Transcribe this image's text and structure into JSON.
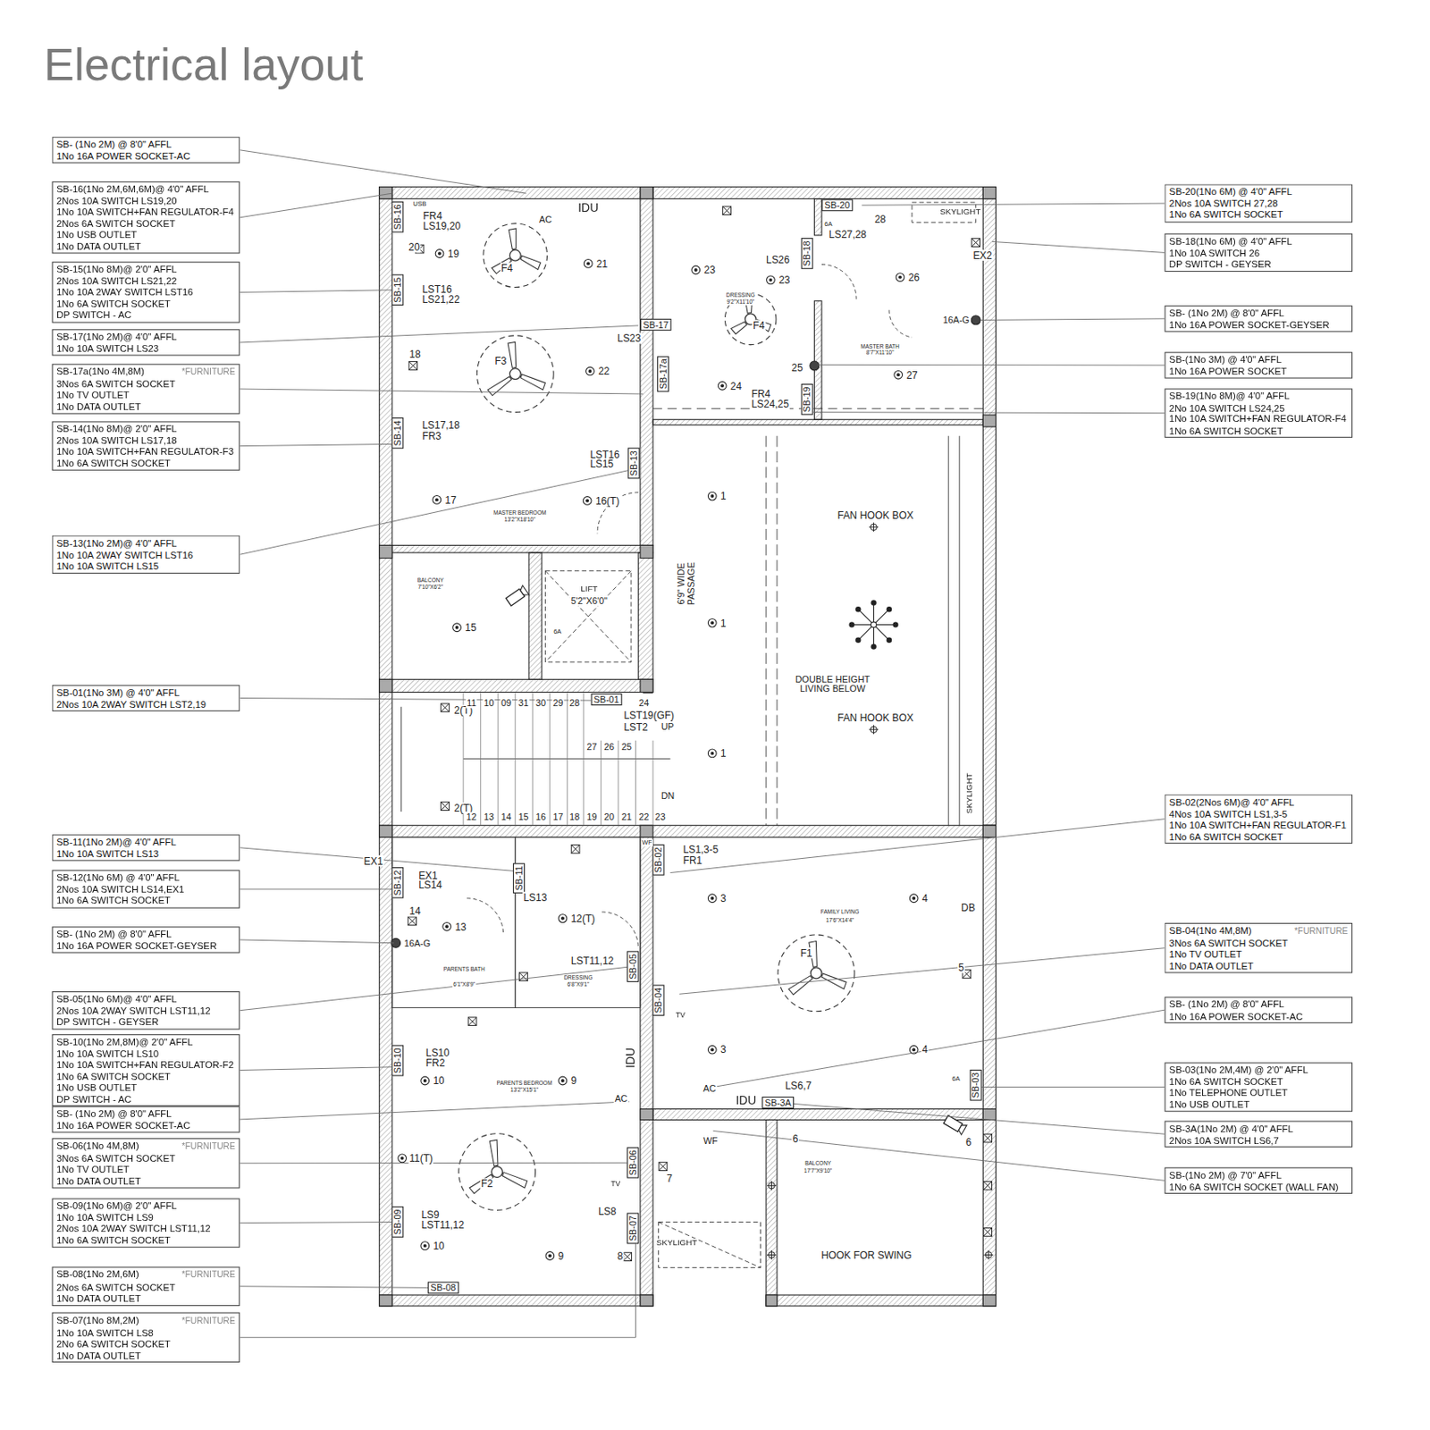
{
  "diagram": {
    "title": "Electrical layout",
    "nodes": [
      {
        "text": [
          "SB- (1No 2M) @ 8'0\" AFFL",
          "1No 16A POWER SOCKET-AC"
        ]
      },
      {
        "text": [
          "SB-16(1No 2M,6M,6M)@ 4'0\" AFFL",
          "2Nos 10A SWITCH LS19,20",
          "1No 10A SWITCH+FAN REGULATOR-F4",
          "2Nos 6A SWITCH SOCKET",
          "1No USB OUTLET",
          "1No DATA OUTLET"
        ]
      },
      {
        "text": [
          "SB-15(1No 8M)@ 2'0\" AFFL",
          "2Nos 10A SWITCH LS21,22",
          "1No 10A 2WAY SWITCH LST16",
          "1No 6A SWITCH SOCKET",
          "DP SWITCH - AC"
        ]
      },
      {
        "text": [
          "SB-17(1No 2M)@ 4'0\" AFFL",
          "1No 10A SWITCH LS23"
        ]
      },
      {
        "text": [
          "SB-17a(1No 4M,8M)",
          "*FURNITURE",
          "3Nos 6A SWITCH SOCKET",
          "1No TV OUTLET",
          "1No DATA OUTLET"
        ]
      },
      {
        "text": [
          "SB-14(1No 8M)@ 2'0\" AFFL",
          "2Nos 10A SWITCH LS17,18",
          "1No 10A SWITCH+FAN REGULATOR-F3",
          "1No 6A SWITCH SOCKET"
        ]
      },
      {
        "text": [
          "SB-13(1No 2M)@ 4'0\" AFFL",
          "1No 10A 2WAY SWITCH LST16",
          "1No 10A SWITCH LS15"
        ]
      },
      {
        "text": [
          "SB-01(1No 3M) @ 4'0\" AFFL",
          "2Nos 10A 2WAY SWITCH LST2,19"
        ]
      },
      {
        "text": [
          "SB-11(1No 2M)@ 4'0\" AFFL",
          "1No 10A SWITCH LS13"
        ]
      },
      {
        "text": [
          "SB-12(1No 6M) @ 4'0\" AFFL",
          "2Nos 10A SWITCH LS14,EX1",
          "1No 6A SWITCH SOCKET"
        ]
      },
      {
        "text": [
          "SB- (1No 2M) @ 8'0\" AFFL",
          "1No 16A POWER SOCKET-GEYSER"
        ]
      },
      {
        "text": [
          "SB-05(1No 6M)@ 4'0\" AFFL",
          "2Nos 10A 2WAY SWITCH LST11,12",
          "DP SWITCH - GEYSER"
        ]
      },
      {
        "text": [
          "SB-10(1No 2M,8M)@ 2'0\" AFFL",
          "1No 10A SWITCH LS10",
          "1No 10A SWITCH+FAN REGULATOR-F2",
          "1No 6A SWITCH SOCKET",
          "1No USB OUTLET",
          "DP SWITCH - AC"
        ]
      },
      {
        "text": [
          "SB- (1No 2M) @ 8'0\" AFFL",
          "1No 16A POWER SOCKET-AC"
        ]
      },
      {
        "text": [
          "SB-06(1No 4M,8M)",
          "*FURNITURE",
          "3Nos 6A SWITCH SOCKET",
          "1No TV OUTLET",
          "1No DATA OUTLET"
        ]
      },
      {
        "text": [
          "SB-09(1No 6M)@ 2'0\" AFFL",
          "1No 10A SWITCH LS9",
          "2Nos 10A 2WAY SWITCH LST11,12",
          "1No 6A SWITCH SOCKET"
        ]
      },
      {
        "text": [
          "SB-08(1No 2M,6M)",
          "*FURNITURE",
          "2Nos 6A SWITCH SOCKET",
          "1No DATA OUTLET"
        ]
      },
      {
        "text": [
          "SB-07(1No 8M,2M)",
          "*FURNITURE",
          "1No 10A SWITCH LS8",
          "2No 6A SWITCH SOCKET",
          "1No DATA OUTLET"
        ]
      },
      {
        "text": [
          "SB-20(1No 6M) @ 4'0\" AFFL",
          "2Nos 10A SWITCH 27,28",
          "1No 6A SWITCH SOCKET"
        ]
      },
      {
        "text": [
          "SB-18(1No 6M) @ 4'0\" AFFL",
          "1No 10A SWITCH 26",
          "DP SWITCH - GEYSER"
        ]
      },
      {
        "text": [
          "SB- (1No 2M) @ 8'0\" AFFL",
          "1No 16A POWER SOCKET-GEYSER"
        ]
      },
      {
        "text": [
          "SB-(1No 3M) @ 4'0\" AFFL",
          "1No 16A POWER SOCKET"
        ]
      },
      {
        "text": [
          "SB-19(1No 8M)@ 4'0\" AFFL",
          "2No 10A SWITCH LS24,25",
          "1No 10A SWITCH+FAN REGULATOR-F4",
          "1No 6A SWITCH SOCKET"
        ]
      },
      {
        "text": [
          "SB-02(2Nos 6M)@ 4'0\" AFFL",
          "4Nos 10A SWITCH LS1,3-5",
          "1No 10A SWITCH+FAN REGULATOR-F1",
          "1No 6A SWITCH SOCKET"
        ]
      },
      {
        "text": [
          "SB-04(1No 4M,8M)",
          "*FURNITURE",
          "3Nos 6A SWITCH SOCKET",
          "1No TV OUTLET",
          "1No DATA OUTLET"
        ]
      },
      {
        "text": [
          "SB- (1No 2M) @ 8'0\" AFFL",
          "1No 16A POWER SOCKET-AC"
        ]
      },
      {
        "text": [
          "SB-03(1No 2M,4M) @ 2'0\" AFFL",
          "1No 6A SWITCH SOCKET",
          "1No TELEPHONE OUTLET",
          "1No USB OUTLET"
        ]
      },
      {
        "text": [
          "SB-3A(1No 2M) @ 4'0\" AFFL",
          "2Nos 10A SWITCH LS6,7"
        ]
      },
      {
        "text": [
          "SB-(1No 2M) @ 7'0\" AFFL",
          "1No 6A SWITCH SOCKET (WALL FAN)"
        ]
      }
    ],
    "labels": [
      "IDU",
      "AC",
      "USB",
      "FR4",
      "LS19,20",
      "SB-16",
      "20",
      "19",
      "21",
      "F4",
      "SB-15",
      "LST16",
      "LS21,22",
      "SB-17",
      "LS23",
      "SB-17a",
      "18",
      "F3",
      "22",
      "SB-14",
      "LS17,18",
      "FR3",
      "LST16",
      "LS15",
      "SB-13",
      "17",
      "16(T)",
      "MASTER BEDROOM",
      "13'2\"X18'10\"",
      "BALCONY",
      "7'10\"X6'2\"",
      "15",
      "LIFT",
      "5'2\"X6'0\"",
      "6A",
      "6'9\" WIDE PASSAGE",
      "1",
      "1",
      "1",
      "FAN HOOK BOX",
      "DOUBLE HEIGHT LIVING BELOW",
      "FAN HOOK BOX",
      "SKYLIGHT",
      "SKYLIGHT",
      "SB-20",
      "6A",
      "28",
      "LS27,28",
      "EX2",
      "SB-18",
      "LS26",
      "23",
      "23",
      "26",
      "DRESSING",
      "9'2\"X11'10\"",
      "F4",
      "16A-G",
      "MASTER BATH",
      "8'7\"X11'10\"",
      "25",
      "27",
      "24",
      "FR4",
      "LS24,25",
      "SB-19",
      "2(T)",
      "2(T)",
      "SB-01",
      "LST19(GF)",
      "LST2",
      "UP",
      "DN",
      "11",
      "10",
      "09",
      "31",
      "30",
      "29",
      "28",
      "24",
      "27",
      "26",
      "25",
      "12",
      "13",
      "14",
      "15",
      "16",
      "17",
      "18",
      "19",
      "20",
      "21",
      "22",
      "23",
      "EX1",
      "SB-12",
      "EX1",
      "LS14",
      "SB-11",
      "LS13",
      "14",
      "13",
      "12(T)",
      "16A-G",
      "PARENTS BATH",
      "6'1\"X8'9\"",
      "LST11,12",
      "DRESSING",
      "6'8\"X9'1\"",
      "SB-05",
      "SB-02",
      "LS1,3-5",
      "FR1",
      "3",
      "4",
      "DB",
      "FAMILY LIVING",
      "17'6\"X14'4\"",
      "F1",
      "5",
      "SB-04",
      "TV",
      "IDU",
      "3",
      "4",
      "AC",
      "LS6,7",
      "SB-3A",
      "IDU",
      "6A",
      "SB-03",
      "6",
      "WF",
      "6",
      "7",
      "LS10",
      "FR2",
      "SB-10",
      "10",
      "9",
      "PARENTS BEDROOM",
      "13'2\"X15'1\"",
      "AC",
      "11(T)",
      "F2",
      "SB-06",
      "TV",
      "LS9",
      "LST11,12",
      "SB-09",
      "LS8",
      "SB-07",
      "10",
      "9",
      "8",
      "SB-08",
      "SKYLIGHT",
      "BALCONY",
      "17'7\"X9'10\"",
      "HOOK FOR SWING",
      "WF"
    ]
  }
}
